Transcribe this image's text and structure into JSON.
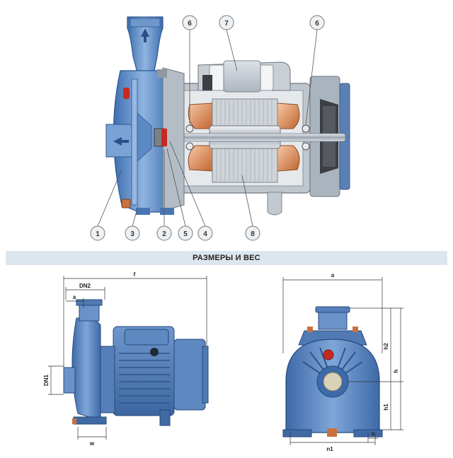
{
  "section_title": "РАЗМЕРЫ И ВЕС",
  "callouts": [
    {
      "id": "c6a",
      "label": "6"
    },
    {
      "id": "c7",
      "label": "7"
    },
    {
      "id": "c6b",
      "label": "6"
    },
    {
      "id": "c1",
      "label": "1"
    },
    {
      "id": "c3",
      "label": "3"
    },
    {
      "id": "c2",
      "label": "2"
    },
    {
      "id": "c5",
      "label": "5"
    },
    {
      "id": "c4",
      "label": "4"
    },
    {
      "id": "c8",
      "label": "8"
    }
  ],
  "dimensions": {
    "f": "f",
    "dn2": "DN2",
    "a": "a",
    "dn1": "DN1",
    "w": "w",
    "width_a": "a",
    "h2": "h2",
    "h": "h",
    "h1": "h1",
    "s": "s",
    "n1": "n1"
  },
  "colors": {
    "pump_blue": "#5b87c0",
    "pump_light": "#a9c6e8",
    "copper": "#c9713e",
    "red": "#c8281e",
    "banner": "#dce6ee"
  }
}
